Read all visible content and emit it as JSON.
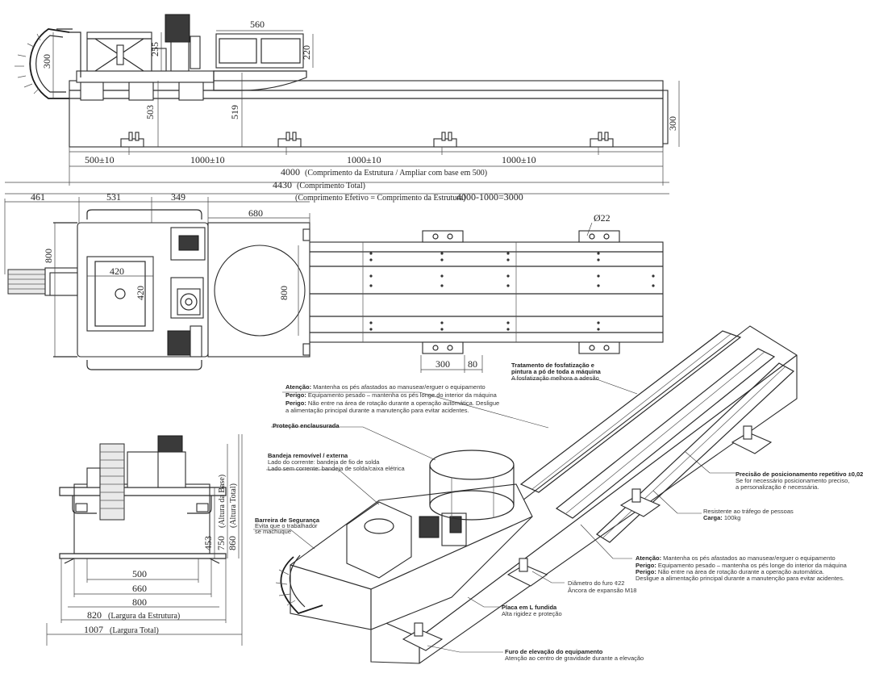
{
  "side_view": {
    "dim_560": "560",
    "dim_300_left": "300",
    "dim_255": "255",
    "dim_220": "220",
    "dim_503": "503",
    "dim_519": "519",
    "dim_300_right": "300",
    "dim_500_10": "500±10",
    "dim_1000_10_a": "1000±10",
    "dim_1000_10_b": "1000±10",
    "dim_1000_10_c": "1000±10",
    "dim_4000": "4000",
    "label_4000": "(Comprimento da Estrutura / Ampliar com base em 500)",
    "dim_4430": "4430",
    "label_4430": "(Comprimento Total)",
    "label_effective": "(Comprimento Efetivo = Comprimento da Estrutura)",
    "formula_effective": "4000-1000=3000"
  },
  "top_view": {
    "dim_461": "461",
    "dim_531": "531",
    "dim_349": "349",
    "dim_680": "680",
    "dim_d22": "Ø22",
    "dim_800_left": "800",
    "dim_420_h": "420",
    "dim_420_v": "420",
    "dim_800_circle": "800",
    "dim_300_foot": "300",
    "dim_80_foot": "80"
  },
  "front_view": {
    "dim_453": "453",
    "dim_750": "750",
    "label_750": "(Altura da Base)",
    "dim_860": "860",
    "label_860": "(Altura Total)",
    "dim_500": "500",
    "dim_660": "660",
    "dim_800": "800",
    "dim_820": "820",
    "label_820": "(Largura da Estrutura)",
    "dim_1007": "1007",
    "label_1007": "(Largura Total)"
  },
  "callouts": {
    "warn_top": {
      "l1_head": "Atenção:",
      "l1_text": " Mantenha os pés afastados ao manusear/erguer o equipamento",
      "l2_head": "Perigo:",
      "l2_text": " Equipamento pesado – mantenha os pés longe do interior da máquina",
      "l3_head": "Perigo:",
      "l3_text": " Não entre na área de rotação durante a operação automática. Desligue",
      "l4_text": "a alimentação principal durante a manutenção para evitar acidentes."
    },
    "phosphate": {
      "head1": "Tratamento de fosfatização e",
      "head2": "pintura a pó de toda a máquina",
      "text": "A fosfatização melhora a adesão"
    },
    "enclosed": {
      "head": "Proteção enclausurada"
    },
    "tray": {
      "head": "Bandeja removível / externa",
      "t1": "Lado do corrente: bandeja de fio de solda",
      "t2": "Lado sem corrente: bandeja de solda/caixa elétrica"
    },
    "barrier": {
      "head": "Barreira de Segurança",
      "t1": "Evita que o trabalhador",
      "t2": "se machuque"
    },
    "precision": {
      "head": "Precisão de posicionamento repetitivo ±0,02",
      "t1": "Se for necessário posicionamento preciso,",
      "t2": "a personalização é necessária."
    },
    "traffic": {
      "t1": "Resistente ao tráfego de pessoas",
      "head": "Carga:",
      "t2": " 100kg"
    },
    "warn_bottom": {
      "l1_head": "Atenção:",
      "l1_text": " Mantenha os pés afastados ao manusear/erguer o equipamento",
      "l2_head": "Perigo:",
      "l2_text": " Equipamento pesado – mantenha os pés longe do interior da máquina",
      "l3_head": "Perigo:",
      "l3_text": " Não entre na área de rotação durante a operação automática.",
      "l4_text": "Desligue a alimentação principal durante a manutenção para evitar acidentes."
    },
    "hole": {
      "t1": "Diâmetro do furo ¢22",
      "t2": "Âncora de expansão M18"
    },
    "lplate": {
      "head": "Placa em L fundida",
      "t1": "Alta rigidez e proteção"
    },
    "lifting": {
      "head": "Furo de elevação do equipamento",
      "t1": "Atenção ao centro de gravidade durante a elevação"
    }
  }
}
